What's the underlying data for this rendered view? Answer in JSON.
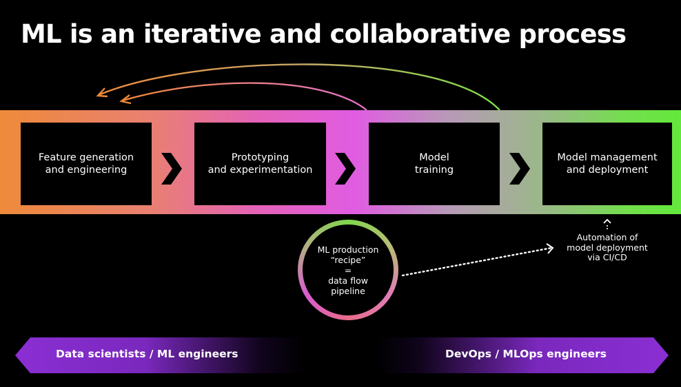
{
  "slide": {
    "title": "ML is an iterative and collaborative process"
  },
  "stages": [
    {
      "label": "Feature generation\nand engineering"
    },
    {
      "label": "Prototyping\nand experimentation"
    },
    {
      "label": "Model\ntraining"
    },
    {
      "label": "Model management\nand deployment"
    }
  ],
  "recipe": {
    "label": "ML production\n“recipe”\n=\ndata flow\npipeline"
  },
  "automation": {
    "label": "Automation of\nmodel deployment\nvia CI/CD"
  },
  "roles": {
    "left": "Data scientists / ML engineers",
    "right": "DevOps / MLOps engineers"
  },
  "colors": {
    "orange": "#ee8a3a",
    "pink": "#e05ce2",
    "green": "#63e83b",
    "purple": "#8b2fd4"
  },
  "icons": [
    "chevron-right-icon",
    "feedback-arrow-icon",
    "upward-arrow-icon",
    "dotted-arrow-icon"
  ]
}
